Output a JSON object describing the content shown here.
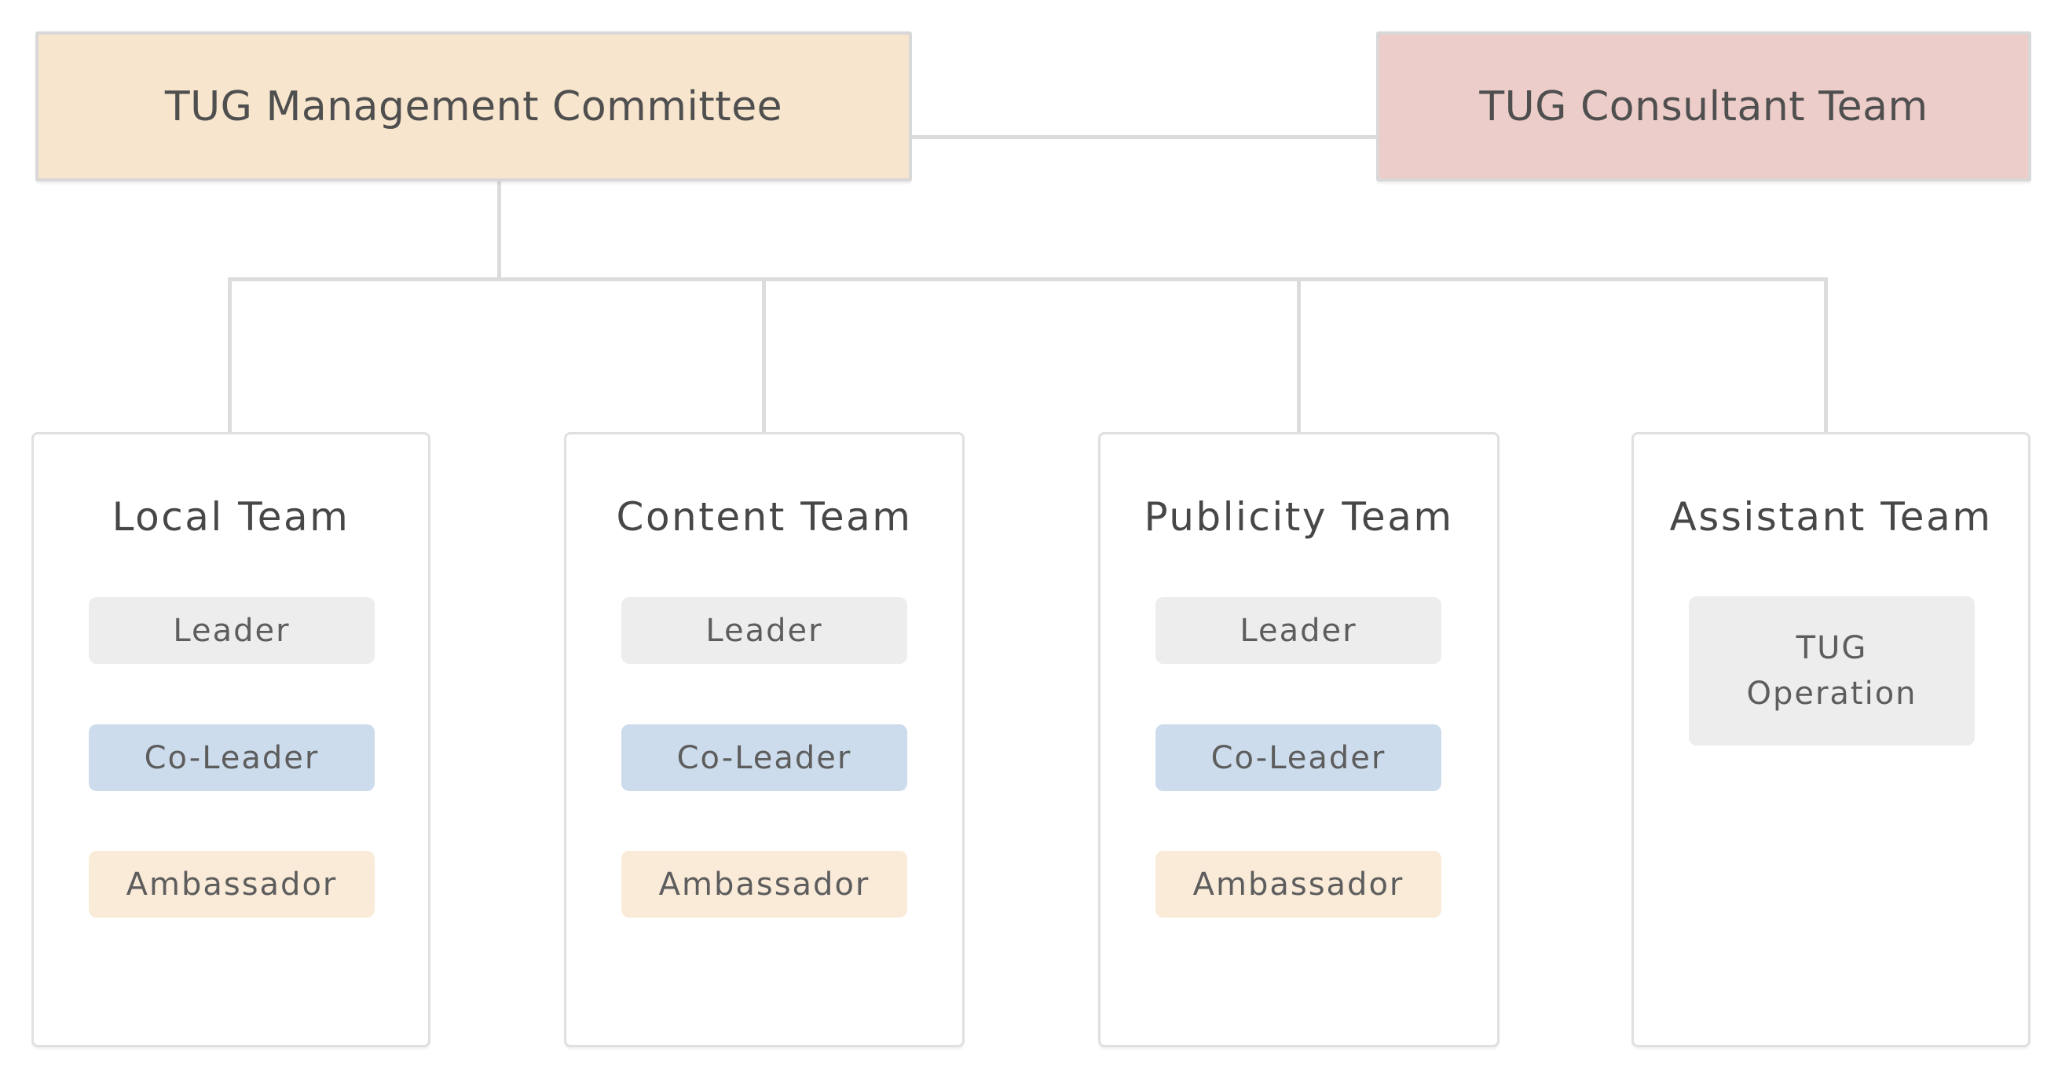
{
  "org_chart": {
    "management": {
      "label": "TUG Management Committee"
    },
    "consultant": {
      "label": "TUG Consultant Team"
    },
    "teams": [
      {
        "title": "Local Team",
        "roles": [
          {
            "label": "Leader",
            "type": "leader"
          },
          {
            "label": "Co-Leader",
            "type": "co-leader"
          },
          {
            "label": "Ambassador",
            "type": "ambassador"
          }
        ]
      },
      {
        "title": "Content Team",
        "roles": [
          {
            "label": "Leader",
            "type": "leader"
          },
          {
            "label": "Co-Leader",
            "type": "co-leader"
          },
          {
            "label": "Ambassador",
            "type": "ambassador"
          }
        ]
      },
      {
        "title": "Publicity Team",
        "roles": [
          {
            "label": "Leader",
            "type": "leader"
          },
          {
            "label": "Co-Leader",
            "type": "co-leader"
          },
          {
            "label": "Ambassador",
            "type": "ambassador"
          }
        ]
      },
      {
        "title": "Assistant Team",
        "roles": [
          {
            "label": "TUG Operation",
            "type": "operation"
          }
        ]
      }
    ],
    "colors": {
      "management_fill": "#f7e5cd",
      "consultant_fill": "#edcdc9",
      "leader_fill": "#ededed",
      "co_leader_fill": "#cddcec",
      "ambassador_fill": "#faebd9",
      "operation_fill": "#ededed",
      "node_border": "#d8d8d8",
      "team_border": "#e0e0e0",
      "connector": "#dcdcdc",
      "text": "#4f4f4f"
    }
  }
}
